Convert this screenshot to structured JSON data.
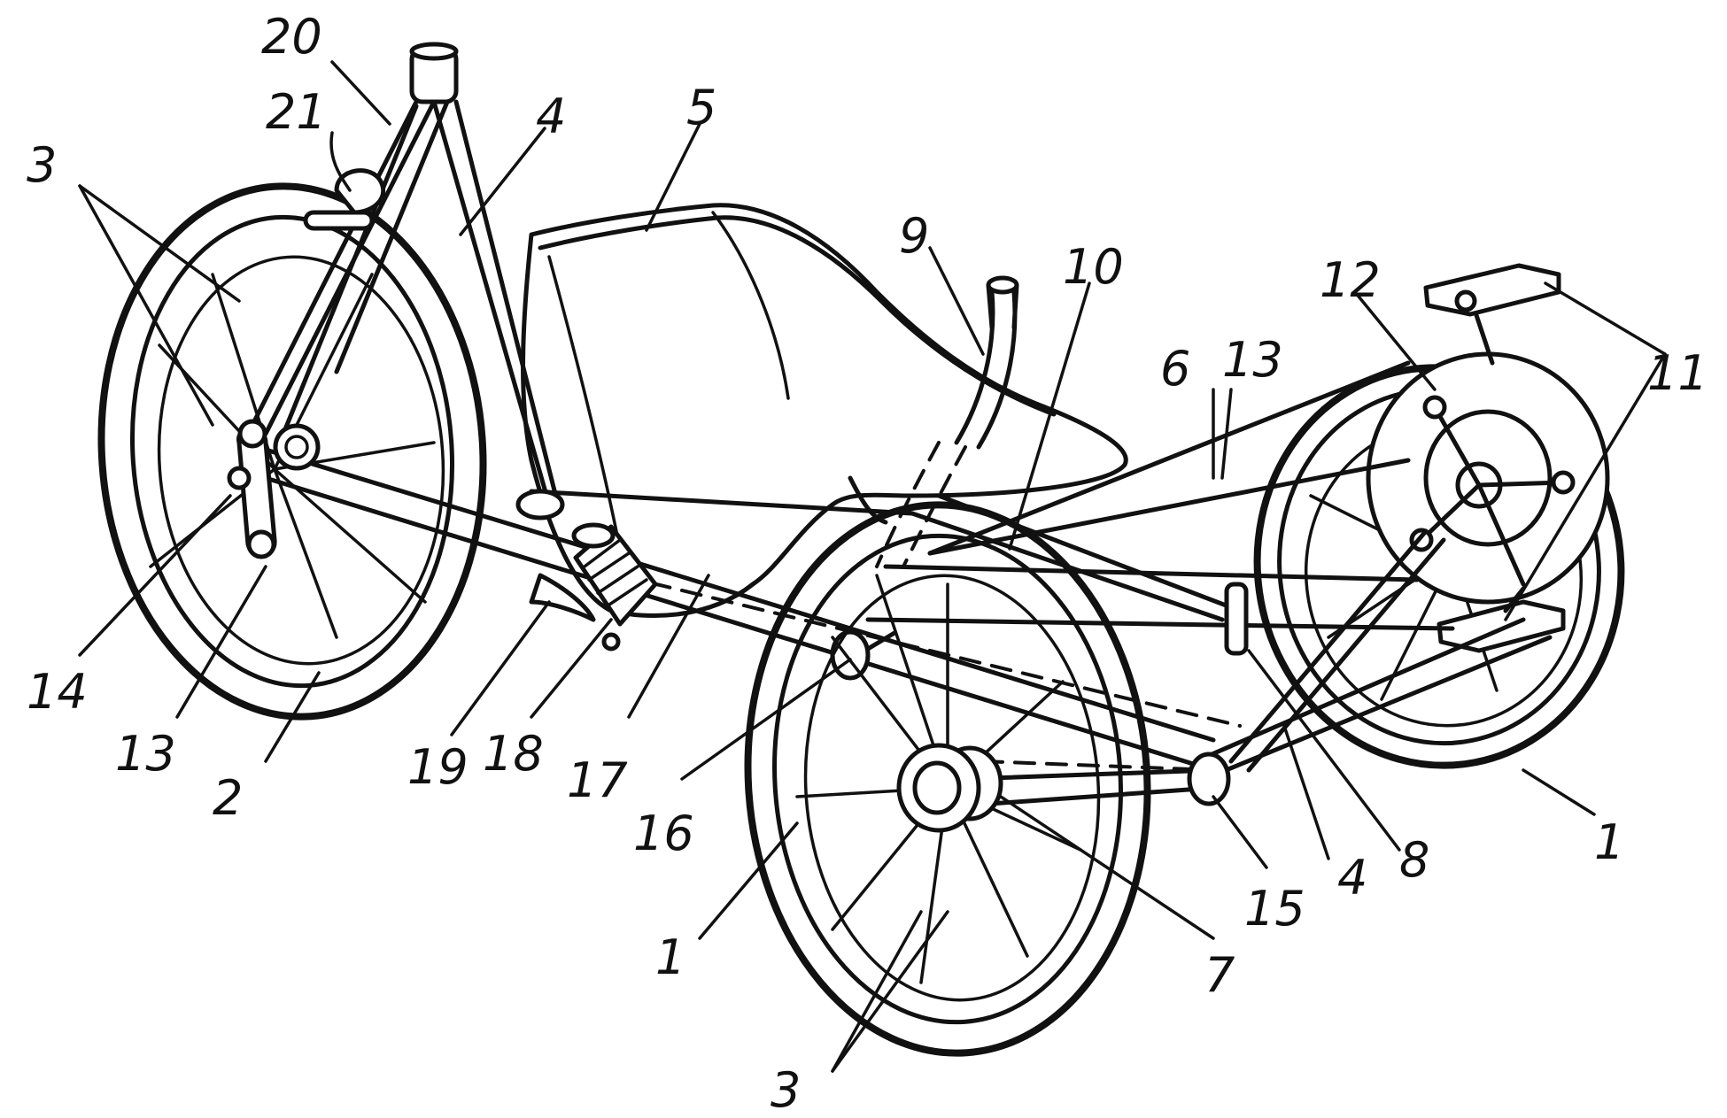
{
  "labels": {
    "l20": "20",
    "l21": "21",
    "l3a": "3",
    "l4a": "4",
    "l5": "5",
    "l9": "9",
    "l10": "10",
    "l12": "12",
    "l6": "6",
    "l13a": "13",
    "l11": "11",
    "l14": "14",
    "l13b": "13",
    "l2": "2",
    "l19": "19",
    "l18": "18",
    "l17": "17",
    "l16": "16",
    "l1a": "1",
    "l15": "15",
    "l4b": "4",
    "l8": "8",
    "l1b": "1",
    "l7": "7",
    "l3b": "3"
  }
}
